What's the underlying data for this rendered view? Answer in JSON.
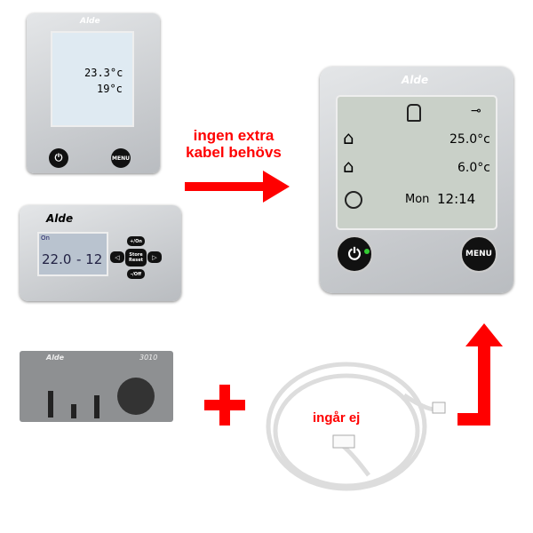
{
  "caption": {
    "line1": "ingen extra",
    "line2": "kabel behövs",
    "excluded": "ingår ej"
  },
  "colors": {
    "accent": "#ff0000"
  },
  "small_display": {
    "brand": "Alde",
    "indoor": "23.3°c",
    "outdoor": "19°c",
    "menu": "MENU"
  },
  "remote": {
    "brand": "Alde",
    "status": "On",
    "indoor": "22.0",
    "outdoor": "- 12",
    "btn_on": "+/On",
    "btn_store": "Store Reset",
    "btn_off": "-/Off"
  },
  "panel3010": {
    "brand": "Alde",
    "model": "3010"
  },
  "main_display": {
    "brand": "Alde",
    "indoor": "25.0°c",
    "outdoor": "6.0°c",
    "day": "Mon",
    "time": "12:14",
    "menu": "MENU"
  },
  "icons": [
    "power-icon",
    "house-icon",
    "thermometer-icon",
    "clock-icon",
    "plug-icon",
    "gas-bottle-icon",
    "arrow-right-icon",
    "arrow-up-icon",
    "plus-icon",
    "cable-icon"
  ]
}
